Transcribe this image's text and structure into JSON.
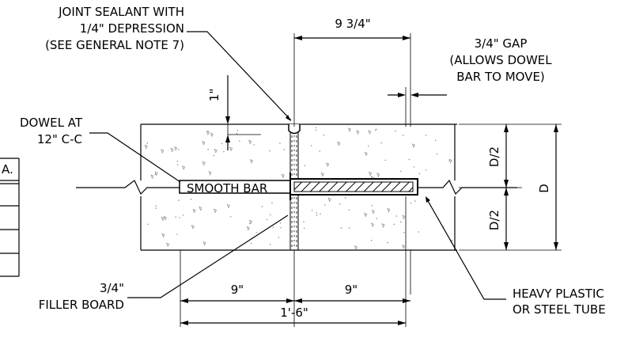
{
  "labels": {
    "sealant_line1": "JOINT SEALANT WITH",
    "sealant_line2": "1/4\" DEPRESSION",
    "sealant_line3": "(SEE GENERAL NOTE 7)",
    "dim_top": "9 3/4\"",
    "gap_line1": "3/4\" GAP",
    "gap_line2": "(ALLOWS DOWEL",
    "gap_line3": "BAR TO MOVE)",
    "dim_1in": "1\"",
    "dowel_line1": "DOWEL AT",
    "dowel_line2": "12\" C-C",
    "table_header_fragment": "A.",
    "smooth_bar": "SMOOTH BAR",
    "d_half_top": "D/2",
    "d_half_bottom": "D/2",
    "d_total": "D",
    "filler_line1": "3/4\"",
    "filler_line2": "FILLER BOARD",
    "dim_left_9": "9\"",
    "dim_right_9": "9\"",
    "dim_total": "1'-6\"",
    "tube_line1": "HEAVY PLASTIC",
    "tube_line2": "OR STEEL TUBE"
  },
  "colors": {
    "line": "#000000",
    "concrete_speckle": "#7a7a7a",
    "background": "#ffffff"
  }
}
